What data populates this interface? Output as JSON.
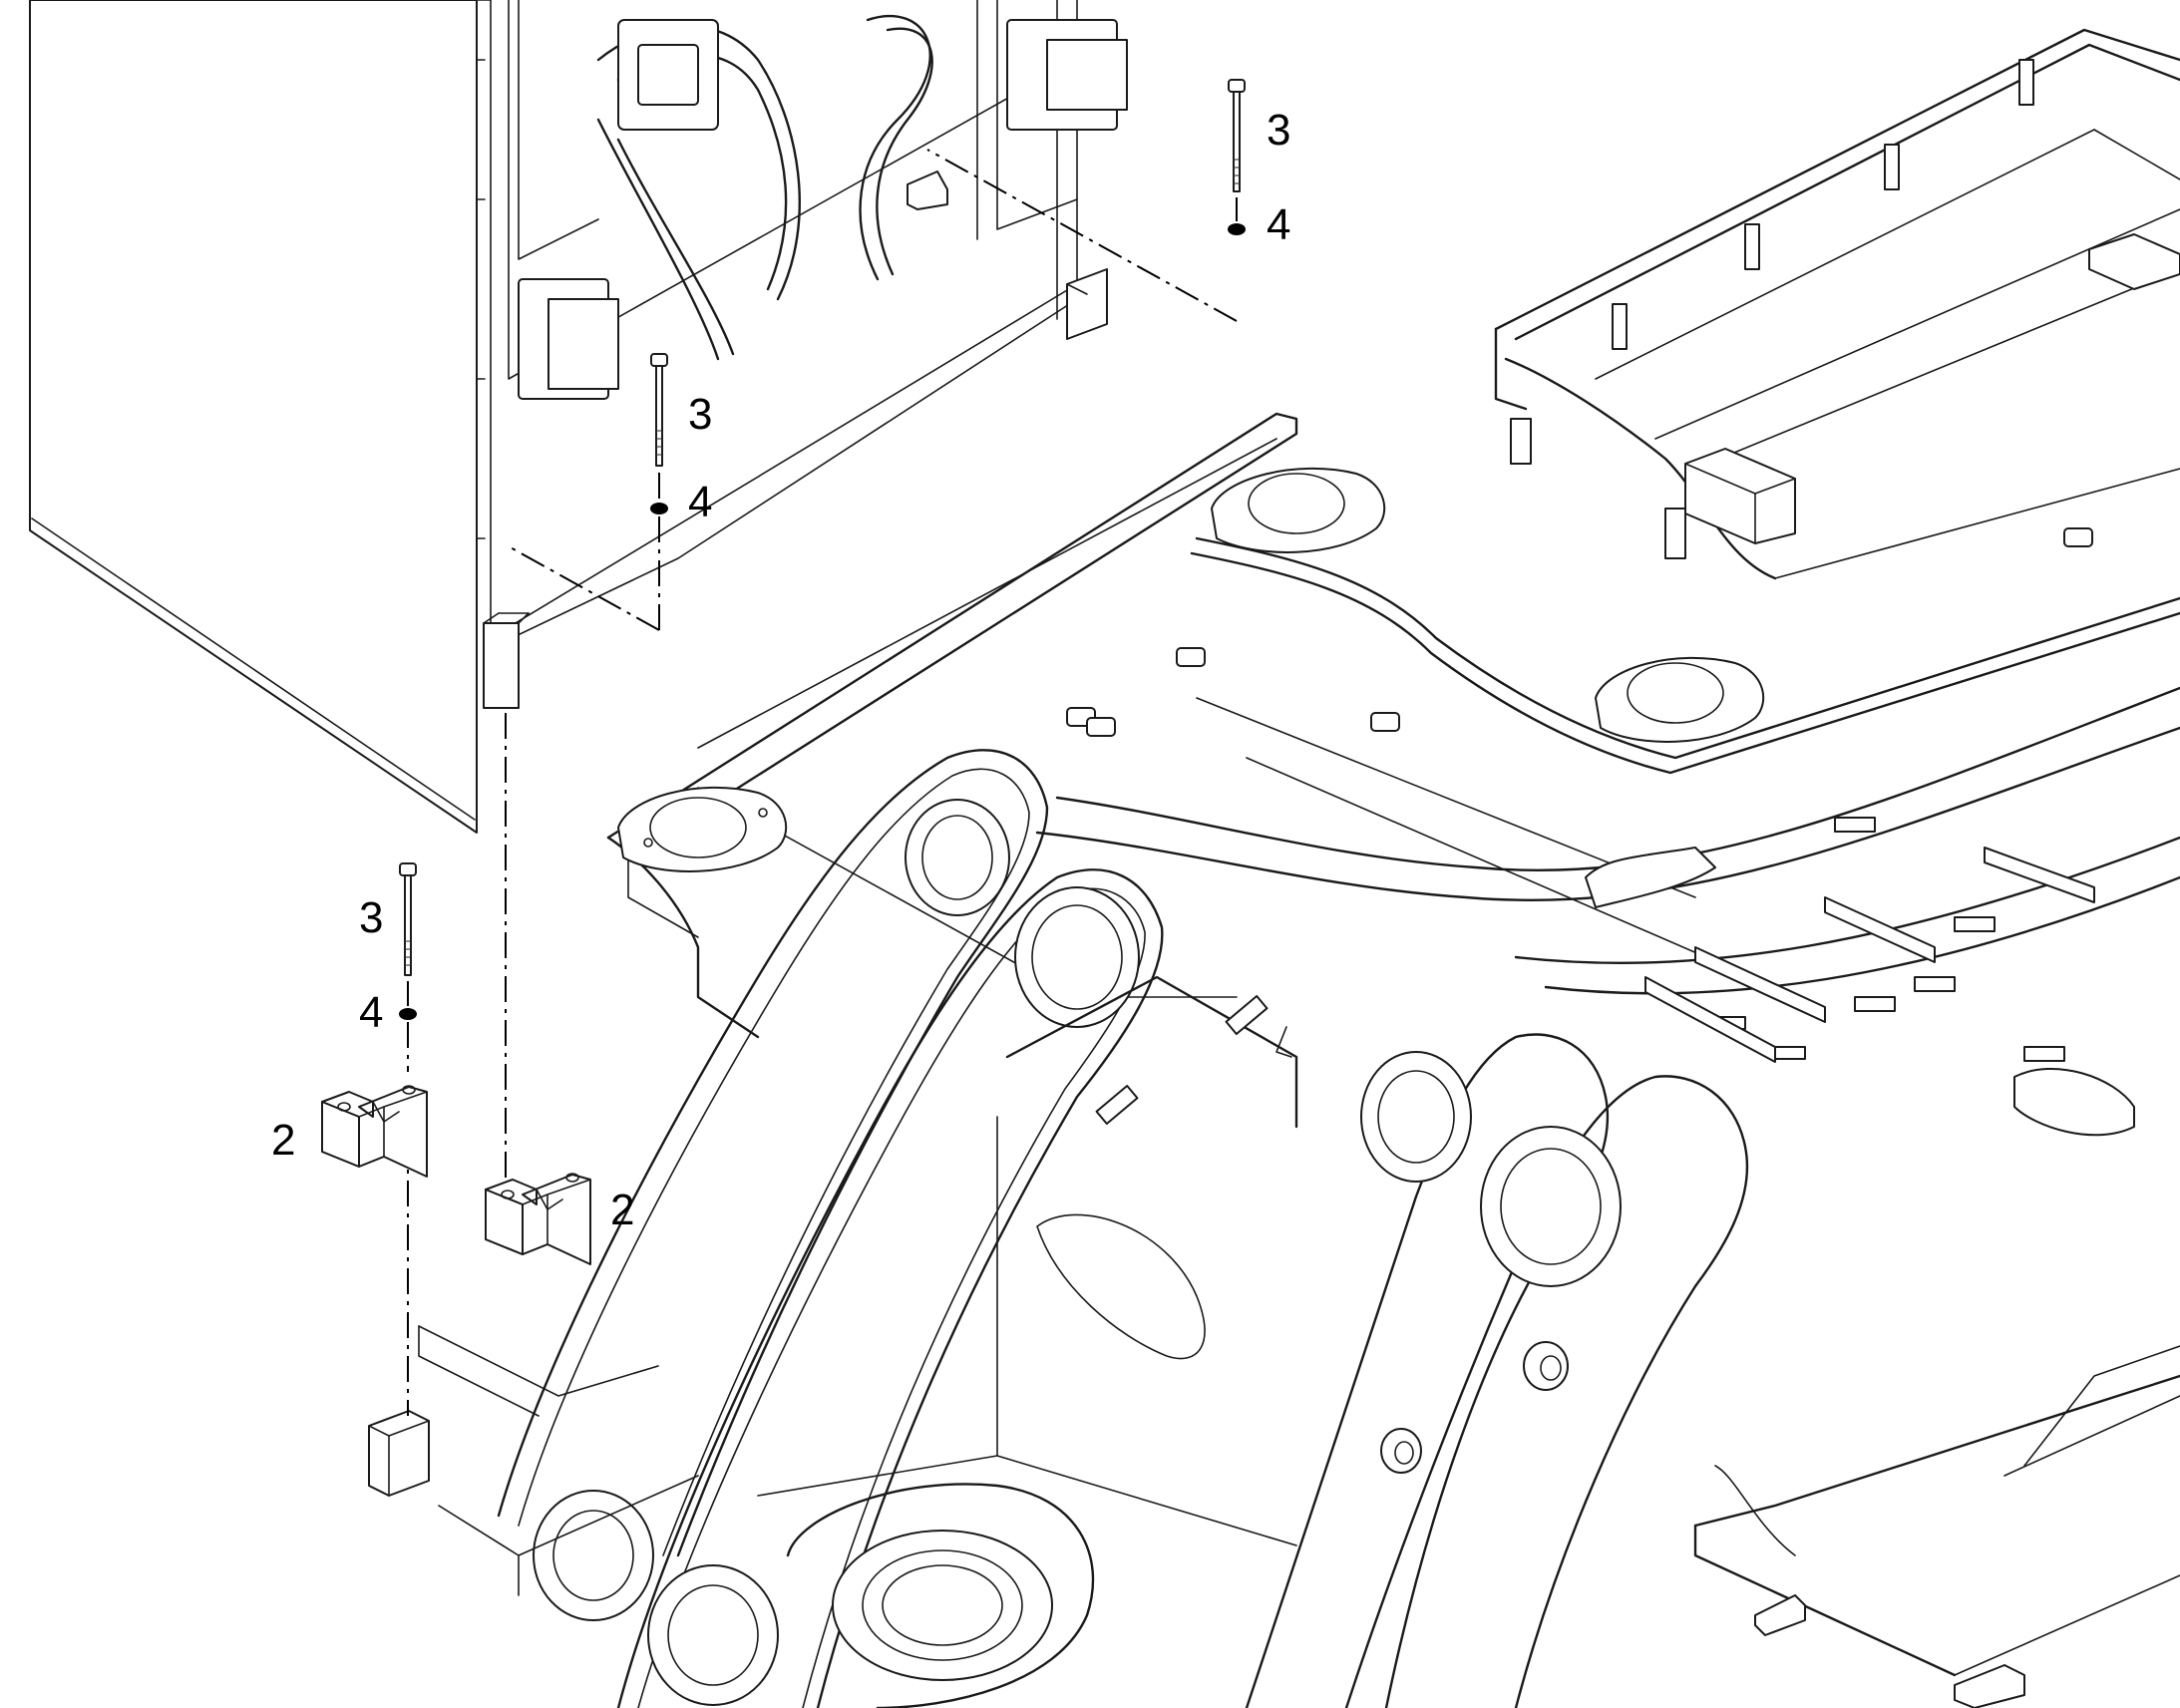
{
  "diagram": {
    "type": "exploded-parts-view",
    "callouts": [
      {
        "id": "callout-3-a",
        "label": "3",
        "part": "bolt"
      },
      {
        "id": "callout-4-a",
        "label": "4",
        "part": "washer"
      },
      {
        "id": "callout-3-b",
        "label": "3",
        "part": "bolt"
      },
      {
        "id": "callout-4-b",
        "label": "4",
        "part": "washer"
      },
      {
        "id": "callout-3-c",
        "label": "3",
        "part": "bolt"
      },
      {
        "id": "callout-4-c",
        "label": "4",
        "part": "washer"
      },
      {
        "id": "callout-2-a",
        "label": "2",
        "part": "mount-block"
      },
      {
        "id": "callout-2-b",
        "label": "2",
        "part": "mount-block"
      }
    ],
    "colors": {
      "line": "#1a1a1a",
      "background": "#ffffff",
      "text": "#000000"
    }
  }
}
